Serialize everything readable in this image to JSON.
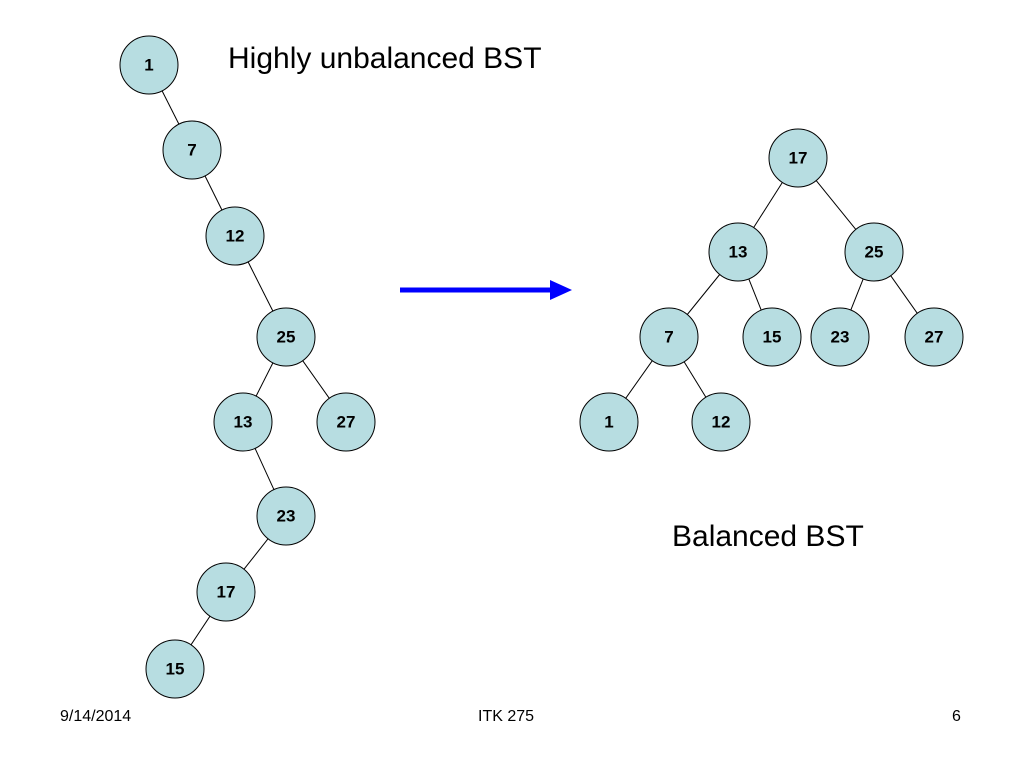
{
  "slide": {
    "caption_unbalanced": "Highly unbalanced BST",
    "caption_balanced": "Balanced BST",
    "footer_date": "9/14/2014",
    "footer_course": "ITK 275",
    "footer_page": "6"
  },
  "colors": {
    "node_fill": "#b7dde1",
    "arrow": "#0000ff"
  },
  "trees": {
    "unbalanced": {
      "nodes": [
        {
          "id": "u1",
          "label": "1"
        },
        {
          "id": "u7",
          "label": "7"
        },
        {
          "id": "u12",
          "label": "12"
        },
        {
          "id": "u25",
          "label": "25"
        },
        {
          "id": "u13",
          "label": "13"
        },
        {
          "id": "u27",
          "label": "27"
        },
        {
          "id": "u23",
          "label": "23"
        },
        {
          "id": "u17",
          "label": "17"
        },
        {
          "id": "u15",
          "label": "15"
        }
      ],
      "edges": [
        [
          "u1",
          "u7"
        ],
        [
          "u7",
          "u12"
        ],
        [
          "u12",
          "u25"
        ],
        [
          "u25",
          "u13"
        ],
        [
          "u25",
          "u27"
        ],
        [
          "u13",
          "u23"
        ],
        [
          "u23",
          "u17"
        ],
        [
          "u17",
          "u15"
        ]
      ]
    },
    "balanced": {
      "nodes": [
        {
          "id": "b17",
          "label": "17"
        },
        {
          "id": "b13",
          "label": "13"
        },
        {
          "id": "b25",
          "label": "25"
        },
        {
          "id": "b7",
          "label": "7"
        },
        {
          "id": "b15",
          "label": "15"
        },
        {
          "id": "b23",
          "label": "23"
        },
        {
          "id": "b27",
          "label": "27"
        },
        {
          "id": "b1",
          "label": "1"
        },
        {
          "id": "b12",
          "label": "12"
        }
      ],
      "edges": [
        [
          "b17",
          "b13"
        ],
        [
          "b17",
          "b25"
        ],
        [
          "b13",
          "b7"
        ],
        [
          "b13",
          "b15"
        ],
        [
          "b25",
          "b23"
        ],
        [
          "b25",
          "b27"
        ],
        [
          "b7",
          "b1"
        ],
        [
          "b7",
          "b12"
        ]
      ]
    }
  }
}
